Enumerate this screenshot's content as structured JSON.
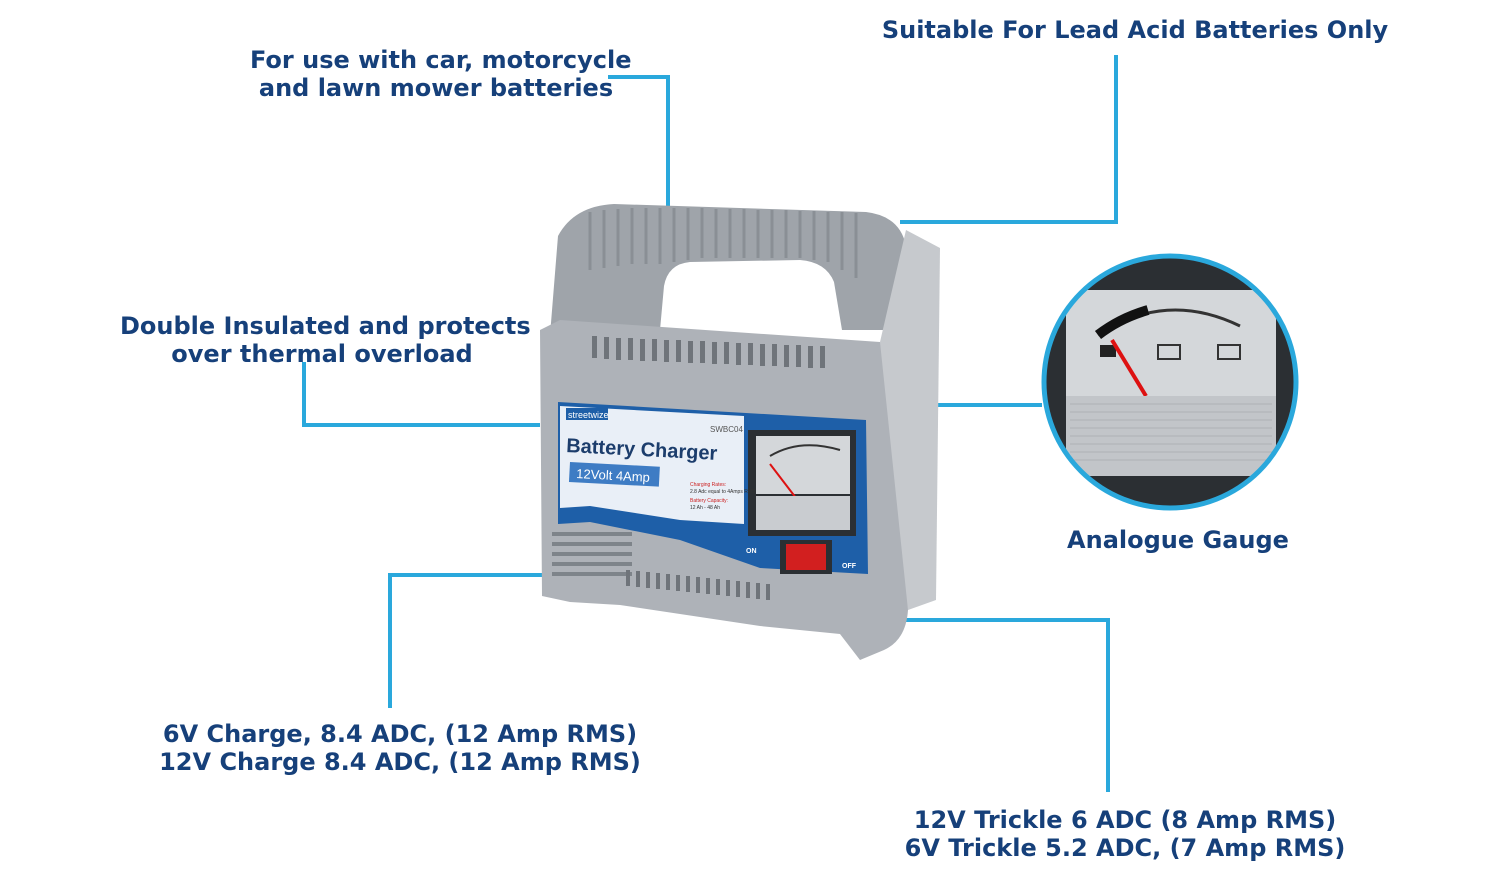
{
  "callouts": {
    "usage": {
      "line1": "For use with car, motorcycle",
      "line2": "and lawn mower batteries"
    },
    "lead_acid": {
      "text": "Suitable For Lead Acid Batteries Only"
    },
    "insulated": {
      "line1": "Double Insulated and protects",
      "line2": "over thermal overload"
    },
    "gauge": {
      "text": "Analogue Gauge"
    },
    "charge": {
      "line1": "6V Charge, 8.4 ADC, (12 Amp RMS)",
      "line2": "12V Charge 8.4 ADC, (12 Amp RMS)"
    },
    "trickle": {
      "line1": "12V Trickle 6 ADC (8 Amp RMS)",
      "line2": "6V Trickle 5.2 ADC, (7 Amp RMS)"
    }
  },
  "product": {
    "brand": "streetwize",
    "model": "SWBC04",
    "title": "Battery Charger",
    "spec": "12Volt 4Amp",
    "rates_title": "Charging Rates:",
    "rates_text": "2.8 Adc equal to 4Amps RMS",
    "capacity_title": "Battery Capacity:",
    "capacity_text": "12 Ah - 48 Ah",
    "on_label": "ON",
    "off_label": "OFF"
  },
  "colors": {
    "text": "#16407a",
    "line": "#2aa8dc",
    "body": "#a9adb3",
    "panel": "#1e5fa8"
  }
}
